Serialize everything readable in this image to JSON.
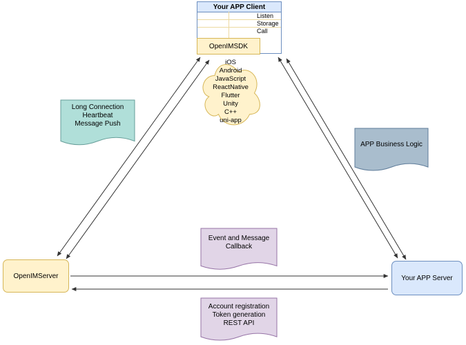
{
  "diagram": {
    "client": {
      "title": "Your APP Client",
      "hooks": [
        "Listen",
        "Storage",
        "Call"
      ],
      "sdk": "OpenIMSDK"
    },
    "platforms": [
      "iOS",
      "Android",
      "JavaScript",
      "ReactNative",
      "Flutter",
      "Unity",
      "C++",
      "uni-app"
    ],
    "notes": {
      "long_connection": [
        "Long Connection",
        "Heartbeat",
        "Message Push"
      ],
      "business_logic": [
        "APP Business Logic"
      ],
      "callback": [
        "Event and Message",
        "Callback"
      ],
      "rest_api": [
        "Account registration",
        "Token generation",
        "REST API"
      ]
    },
    "nodes": {
      "openim_server": "OpenIMServer",
      "app_server": "Your APP Server"
    }
  },
  "colors": {
    "blue-fill": "#dae8fc",
    "blue-stroke": "#6c8ebf",
    "yellow-fill": "#fff2cc",
    "yellow-stroke": "#d6b656",
    "teal-fill": "#b0dfd9",
    "teal-stroke": "#669e99",
    "gray-fill": "#a9bdcd",
    "gray-stroke": "#5d7b99",
    "purple-fill": "#e1d5e7",
    "purple-stroke": "#9673a6",
    "edge-color": "#333333",
    "grid-line": "#ecd9a0"
  }
}
